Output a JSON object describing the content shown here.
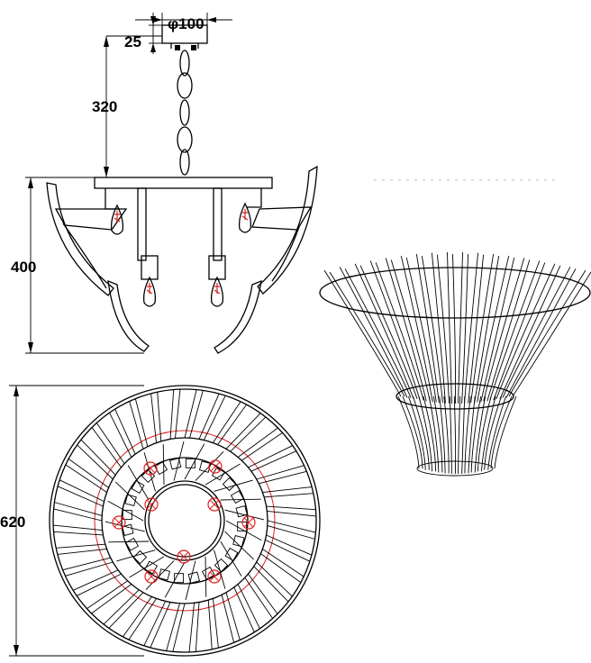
{
  "dimensions": {
    "canopy_diameter": "φ100",
    "canopy_height": "25",
    "chain_length": "320",
    "body_height": "400",
    "body_diameter": "620"
  },
  "colors": {
    "line": "#000000",
    "bulb_highlight": "#e02020",
    "background": "#ffffff"
  }
}
